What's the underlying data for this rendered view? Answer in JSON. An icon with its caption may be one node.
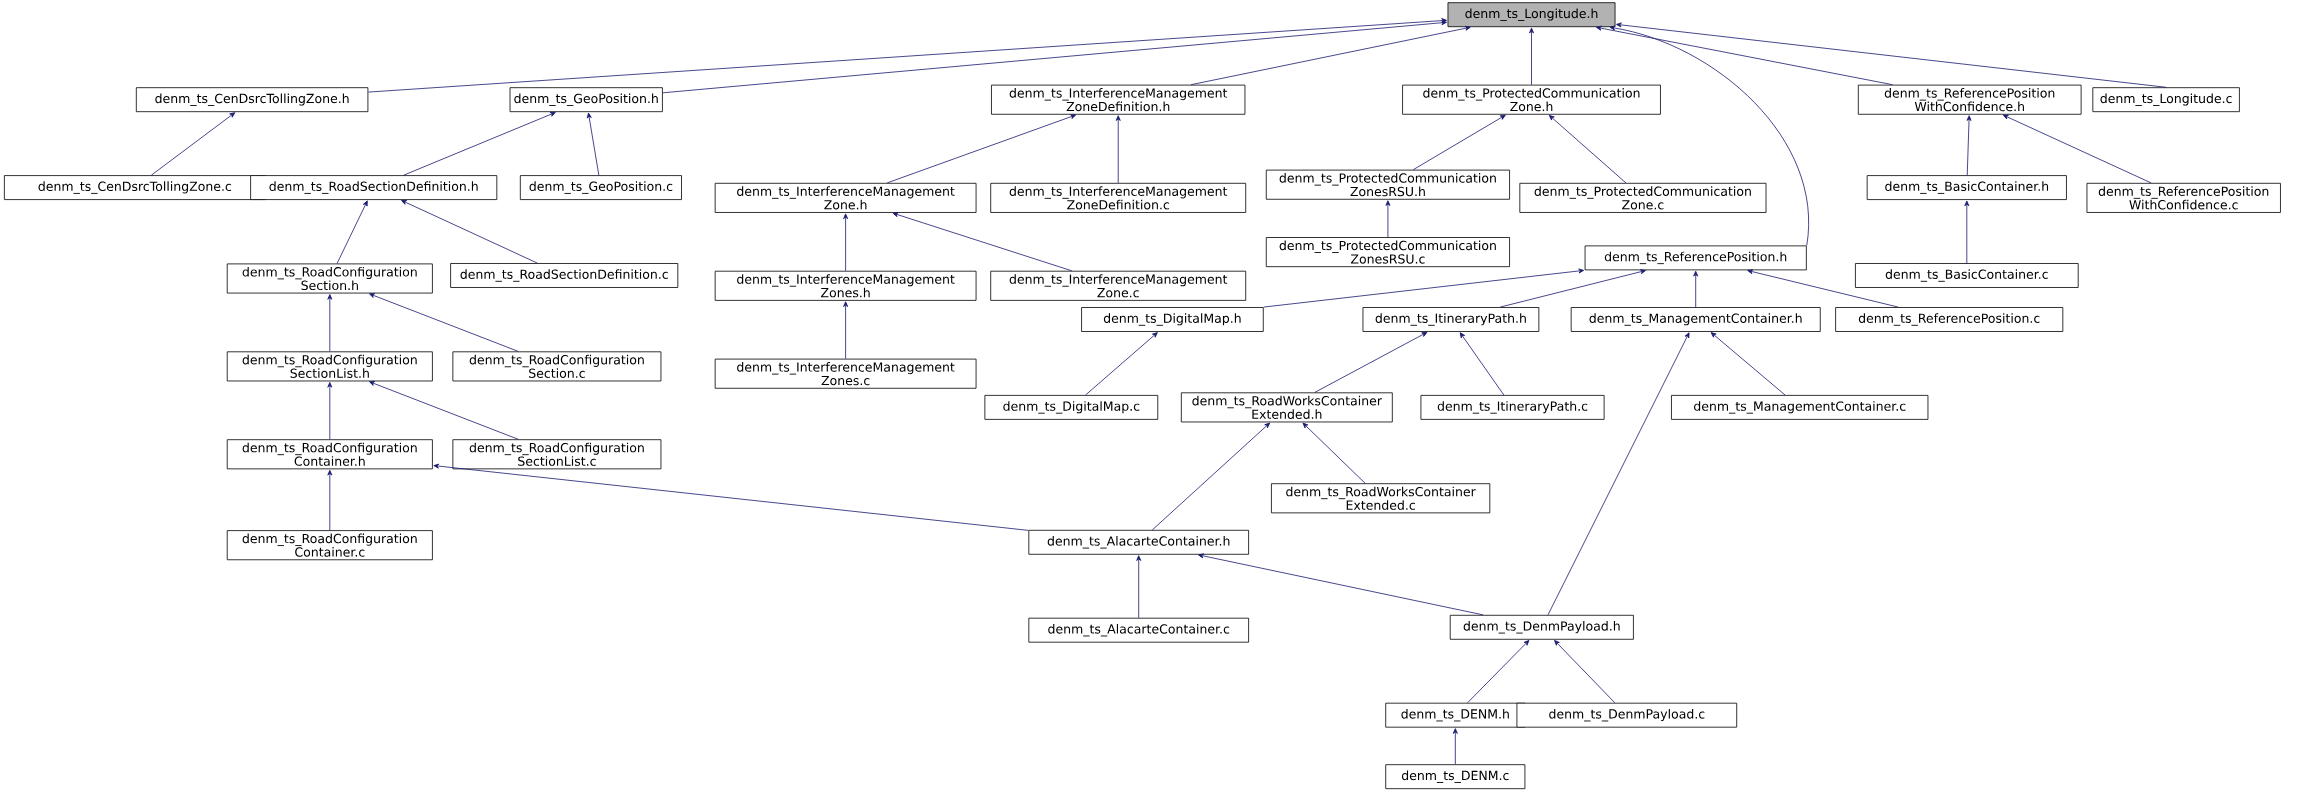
{
  "diagram": {
    "nodes": [
      {
        "text": [
          "denm_ts_Longitude.h"
        ]
      },
      {
        "text": [
          "denm_ts_CenDsrcTollingZone.h"
        ]
      },
      {
        "text": [
          "denm_ts_GeoPosition.h"
        ]
      },
      {
        "text": [
          "denm_ts_InterferenceManagement ZoneDefinition.h"
        ]
      },
      {
        "text": [
          "denm_ts_ProtectedCommunication Zone.h"
        ]
      },
      {
        "text": [
          "denm_ts_ReferencePosition WithConfidence.h"
        ]
      },
      {
        "text": [
          "denm_ts_Longitude.c"
        ]
      },
      {
        "text": [
          "denm_ts_CenDsrcTollingZone.c"
        ]
      },
      {
        "text": [
          "denm_ts_RoadSectionDefinition.h"
        ]
      },
      {
        "text": [
          "denm_ts_GeoPosition.c"
        ]
      },
      {
        "text": [
          "denm_ts_InterferenceManagement Zone.h"
        ]
      },
      {
        "text": [
          "denm_ts_InterferenceManagement ZoneDefinition.c"
        ]
      },
      {
        "text": [
          "denm_ts_ProtectedCommunication ZonesRSU.h"
        ]
      },
      {
        "text": [
          "denm_ts_ProtectedCommunication Zone.c"
        ]
      },
      {
        "text": [
          "denm_ts_BasicContainer.h"
        ]
      },
      {
        "text": [
          "denm_ts_ReferencePosition WithConfidence.c"
        ]
      },
      {
        "text": [
          "denm_ts_ReferencePosition.h"
        ]
      },
      {
        "text": [
          "denm_ts_RoadConfiguration Section.h"
        ]
      },
      {
        "text": [
          "denm_ts_RoadSectionDefinition.c"
        ]
      },
      {
        "text": [
          "denm_ts_InterferenceManagement Zones.h"
        ]
      },
      {
        "text": [
          "denm_ts_InterferenceManagement Zone.c"
        ]
      },
      {
        "text": [
          "denm_ts_ProtectedCommunication ZonesRSU.c"
        ]
      },
      {
        "text": [
          "denm_ts_BasicContainer.c"
        ]
      },
      {
        "text": [
          "denm_ts_DigitalMap.h"
        ]
      },
      {
        "text": [
          "denm_ts_ItineraryPath.h"
        ]
      },
      {
        "text": [
          "denm_ts_ManagementContainer.h"
        ]
      },
      {
        "text": [
          "denm_ts_ReferencePosition.c"
        ]
      },
      {
        "text": [
          "denm_ts_RoadConfiguration SectionList.h"
        ]
      },
      {
        "text": [
          "denm_ts_RoadConfiguration Section.c"
        ]
      },
      {
        "text": [
          "denm_ts_InterferenceManagement Zones.c"
        ]
      },
      {
        "text": [
          "denm_ts_DigitalMap.c"
        ]
      },
      {
        "text": [
          "denm_ts_RoadWorksContainer Extended.h"
        ]
      },
      {
        "text": [
          "denm_ts_ItineraryPath.c"
        ]
      },
      {
        "text": [
          "denm_ts_ManagementContainer.c"
        ]
      },
      {
        "text": [
          "denm_ts_RoadConfiguration Container.h"
        ]
      },
      {
        "text": [
          "denm_ts_RoadConfiguration SectionList.c"
        ]
      },
      {
        "text": [
          "denm_ts_RoadWorksContainer Extended.c"
        ]
      },
      {
        "text": [
          "denm_ts_RoadConfiguration Container.c"
        ]
      },
      {
        "text": [
          "denm_ts_AlacarteContainer.h"
        ]
      },
      {
        "text": [
          "denm_ts_DenmPayload.h"
        ]
      },
      {
        "text": [
          "denm_ts_AlacarteContainer.c"
        ]
      },
      {
        "text": [
          "denm_ts_DENM.h"
        ]
      },
      {
        "text": [
          "denm_ts_DenmPayload.c"
        ]
      },
      {
        "text": [
          "denm_ts_DENM.c"
        ]
      }
    ],
    "edges": [
      {
        "from": 1,
        "to": 0,
        "arrow": "to"
      },
      {
        "from": 2,
        "to": 0,
        "arrow": "to"
      },
      {
        "from": 3,
        "to": 0,
        "arrow": "to"
      },
      {
        "from": 4,
        "to": 0,
        "arrow": "to"
      },
      {
        "from": 16,
        "to": 0,
        "arrow": "to"
      },
      {
        "from": 5,
        "to": 0,
        "arrow": "to"
      },
      {
        "from": 6,
        "to": 0,
        "arrow": "to"
      },
      {
        "from": 7,
        "to": 1,
        "arrow": "to"
      },
      {
        "from": 8,
        "to": 2,
        "arrow": "to"
      },
      {
        "from": 9,
        "to": 2,
        "arrow": "to"
      },
      {
        "from": 17,
        "to": 8,
        "arrow": "to"
      },
      {
        "from": 18,
        "to": 8,
        "arrow": "to"
      },
      {
        "from": 27,
        "to": 17,
        "arrow": "to"
      },
      {
        "from": 28,
        "to": 17,
        "arrow": "to"
      },
      {
        "from": 34,
        "to": 27,
        "arrow": "to"
      },
      {
        "from": 35,
        "to": 27,
        "arrow": "to"
      },
      {
        "from": 37,
        "to": 34,
        "arrow": "to"
      },
      {
        "from": 38,
        "to": 34,
        "arrow": "to"
      },
      {
        "from": 10,
        "to": 3,
        "arrow": "to"
      },
      {
        "from": 11,
        "to": 3,
        "arrow": "to"
      },
      {
        "from": 19,
        "to": 10,
        "arrow": "to"
      },
      {
        "from": 20,
        "to": 10,
        "arrow": "to"
      },
      {
        "from": 29,
        "to": 19,
        "arrow": "to"
      },
      {
        "from": 12,
        "to": 4,
        "arrow": "to"
      },
      {
        "from": 13,
        "to": 4,
        "arrow": "to"
      },
      {
        "from": 21,
        "to": 12,
        "arrow": "to"
      },
      {
        "from": 14,
        "to": 5,
        "arrow": "to"
      },
      {
        "from": 15,
        "to": 5,
        "arrow": "to"
      },
      {
        "from": 22,
        "to": 14,
        "arrow": "to"
      },
      {
        "from": 23,
        "to": 16,
        "arrow": "to"
      },
      {
        "from": 24,
        "to": 16,
        "arrow": "to"
      },
      {
        "from": 25,
        "to": 16,
        "arrow": "to"
      },
      {
        "from": 26,
        "to": 16,
        "arrow": "to"
      },
      {
        "from": 30,
        "to": 23,
        "arrow": "to"
      },
      {
        "from": 31,
        "to": 24,
        "arrow": "to"
      },
      {
        "from": 32,
        "to": 24,
        "arrow": "to"
      },
      {
        "from": 38,
        "to": 31,
        "arrow": "to"
      },
      {
        "from": 36,
        "to": 31,
        "arrow": "to"
      },
      {
        "from": 39,
        "to": 25,
        "arrow": "to"
      },
      {
        "from": 33,
        "to": 25,
        "arrow": "to"
      },
      {
        "from": 40,
        "to": 38,
        "arrow": "to"
      },
      {
        "from": 39,
        "to": 38,
        "arrow": "to"
      },
      {
        "from": 41,
        "to": 39,
        "arrow": "to"
      },
      {
        "from": 42,
        "to": 39,
        "arrow": "to"
      },
      {
        "from": 43,
        "to": 41,
        "arrow": "to"
      }
    ]
  }
}
